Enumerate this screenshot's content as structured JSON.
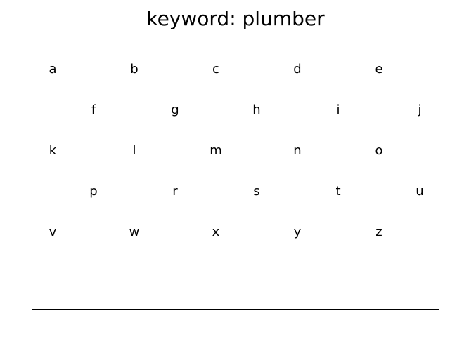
{
  "title": "keyword: plumber",
  "keys": [
    "a",
    "b",
    "c",
    "d",
    "e",
    "f",
    "g",
    "h",
    "i",
    "j",
    "k",
    "l",
    "m",
    "n",
    "o",
    "p",
    "r",
    "s",
    "t",
    "u",
    "v",
    "w",
    "x",
    "y",
    "z"
  ]
}
